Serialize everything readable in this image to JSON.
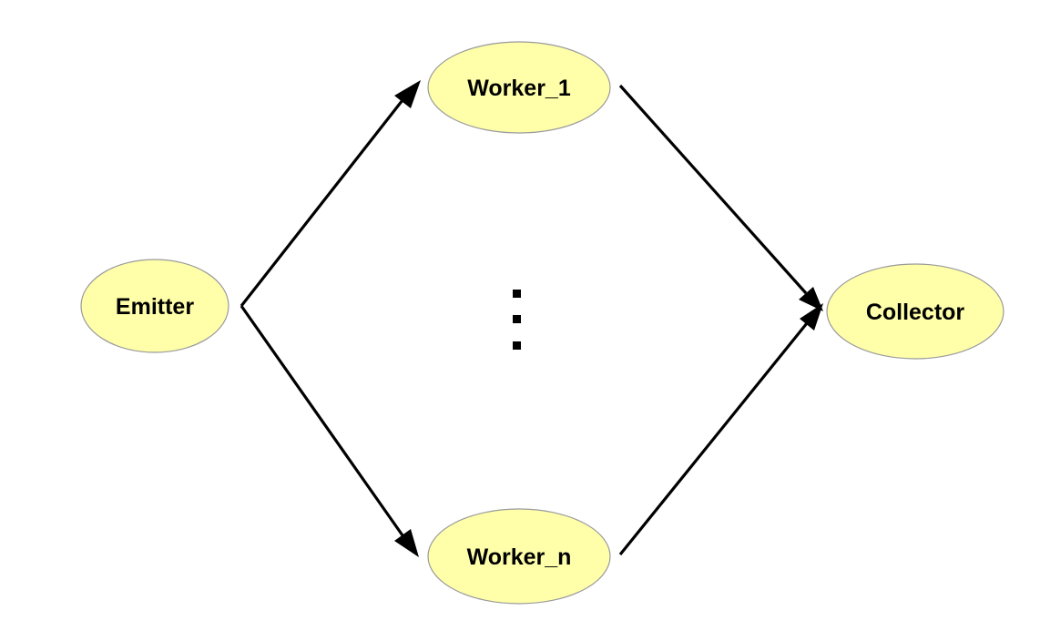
{
  "nodes": {
    "emitter": {
      "label": "Emitter"
    },
    "worker_1": {
      "label": "Worker_1"
    },
    "worker_n": {
      "label": "Worker_n"
    },
    "collector": {
      "label": "Collector"
    }
  },
  "edges": [
    {
      "from": "emitter",
      "to": "worker_1"
    },
    {
      "from": "emitter",
      "to": "worker_n"
    },
    {
      "from": "worker_1",
      "to": "collector"
    },
    {
      "from": "worker_n",
      "to": "collector"
    }
  ],
  "colors": {
    "node_fill": "#ffffaa",
    "node_stroke": "#9a9a9a",
    "edge": "#000000",
    "background": "#ffffff"
  }
}
